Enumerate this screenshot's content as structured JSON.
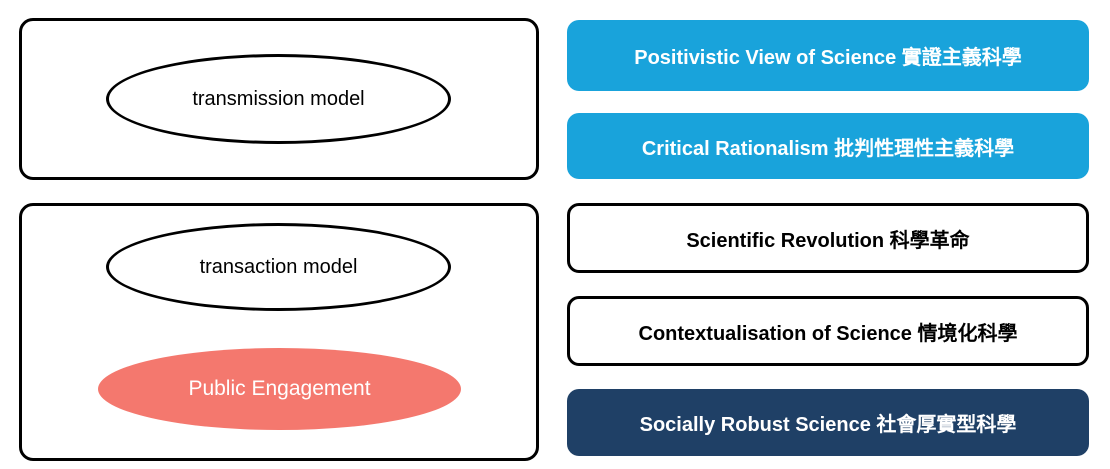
{
  "colors": {
    "blue": "#19A3DB",
    "navy": "#1F4066",
    "pink": "#F4786E",
    "outline": "#000000",
    "background": "#FFFFFF"
  },
  "left_panel": {
    "transmission_box": {
      "ellipse_label": "transmission model"
    },
    "transaction_box": {
      "ellipse_label": "transaction model",
      "engagement_label": "Public Engagement"
    }
  },
  "right_panel": {
    "items": [
      {
        "label": "Positivistic View of Science 實證主義科學",
        "style": "blue"
      },
      {
        "label": "Critical Rationalism 批判性理性主義科學",
        "style": "blue"
      },
      {
        "label": "Scientific Revolution 科學革命",
        "style": "white"
      },
      {
        "label": "Contextualisation of Science 情境化科學",
        "style": "white"
      },
      {
        "label": "Socially Robust Science 社會厚實型科學",
        "style": "navy"
      }
    ]
  }
}
